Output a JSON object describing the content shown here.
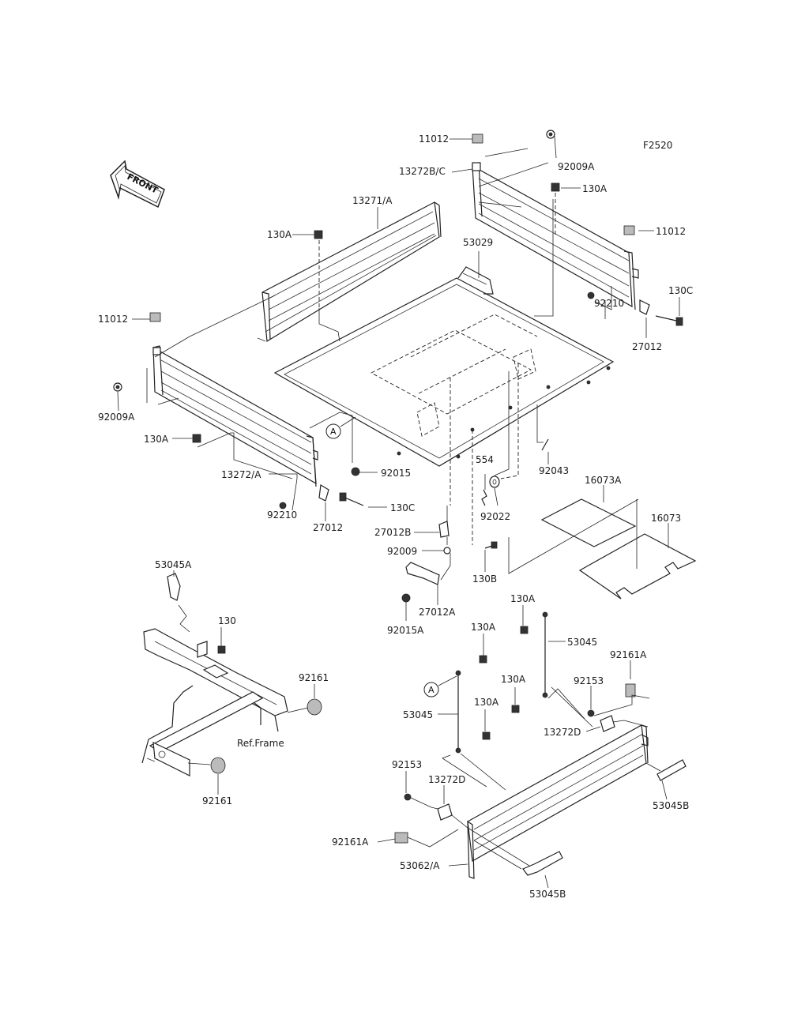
{
  "figure_code": "F2520",
  "front_badge": "FRONT",
  "circle_ref": "A",
  "ref_frame": "Ref.Frame",
  "labels": {
    "p11012_top": "11012",
    "p13272BC": "13272B/C",
    "p92009A_top": "92009A",
    "p130A_top": "130A",
    "p11012_right": "11012",
    "p13271A": "13271/A",
    "p130A_left": "130A",
    "p53029": "53029",
    "p130C_right": "130C",
    "p92210_right": "92210",
    "p27012_right": "27012",
    "p11012_left": "11012",
    "p92009A_left": "92009A",
    "p130A_mid": "130A",
    "p13272A": "13272/A",
    "p92015": "92015",
    "p130C_left": "130C",
    "p92210_left": "92210",
    "p27012_left": "27012",
    "p554": "554",
    "p92043": "92043",
    "p16073A": "16073A",
    "p16073": "16073",
    "p92022": "92022",
    "p27012B": "27012B",
    "p92009": "92009",
    "p130B": "130B",
    "p27012A": "27012A",
    "p92015A": "92015A",
    "p53045A": "53045A",
    "p130": "130",
    "p92161_top": "92161",
    "p92161_bot": "92161",
    "p130A_b1": "130A",
    "p53045_top": "53045",
    "p130A_b2": "130A",
    "p92161A_right": "92161A",
    "p130A_b3": "130A",
    "p92153_right": "92153",
    "p53045_left": "53045",
    "p130A_b4": "130A",
    "p13272D_right": "13272D",
    "p92153_left": "92153",
    "p13272D_left": "13272D",
    "p53045B_right": "53045B",
    "p92161A_left": "92161A",
    "p53062A": "53062/A",
    "p53045B_bot": "53045B"
  }
}
